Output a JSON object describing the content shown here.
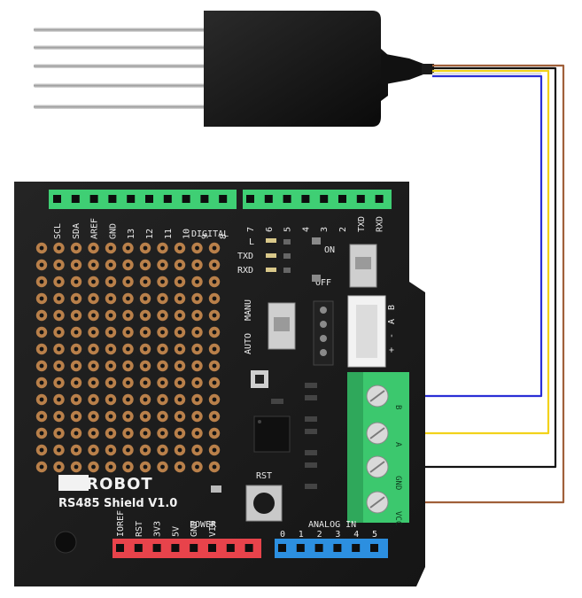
{
  "board": {
    "brand": "DFROBOT",
    "model": "RS485 Shield V1.0",
    "digital_label": "DIGITAL",
    "analog_label": "ANALOG IN",
    "power_label": "POWER",
    "rst_label": "RST",
    "switch_on": "ON",
    "switch_off": "OFF",
    "mode_auto": "AUTO",
    "mode_manu": "MANU",
    "led_labels": [
      "L",
      "TXD",
      "RXD"
    ],
    "digital_pins_left": [
      "SCL",
      "SDA",
      "AREF",
      "GND",
      "13",
      "12",
      "11",
      "10",
      "9",
      "8"
    ],
    "digital_pins_right": [
      "7",
      "6",
      "5",
      "4",
      "3",
      "2",
      "TXD",
      "RXD"
    ],
    "power_pins": [
      "IOREF",
      "RST",
      "3V3",
      "5V",
      "GND",
      "VIN"
    ],
    "analog_pins": [
      "0",
      "1",
      "2",
      "3",
      "4",
      "5"
    ],
    "terminal_labels": [
      "B",
      "A",
      "GND",
      "VCC"
    ],
    "connector_labels": [
      "B",
      "A",
      "-",
      "+"
    ]
  },
  "colors": {
    "board": "#1b1b1b",
    "digital_header": "#3fcf74",
    "power_header": "#e8434b",
    "analog_header": "#2c8fe0",
    "terminal": "#3cc86e",
    "wire_blue": "#2b2fd6",
    "wire_yellow": "#f2d21a",
    "wire_black": "#111111",
    "wire_brown": "#a0603a"
  }
}
